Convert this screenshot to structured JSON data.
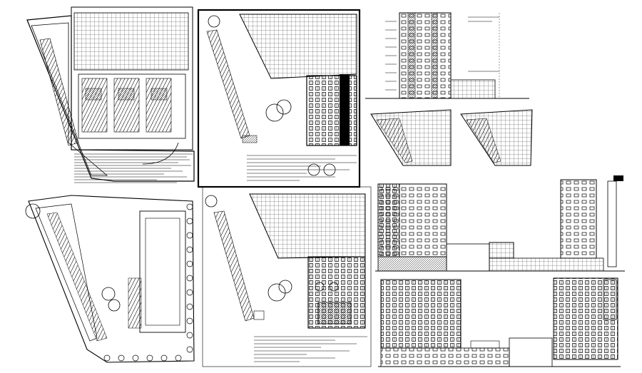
{
  "title": "",
  "panels": [
    {
      "id": "parking-plan",
      "type": "floor-plan"
    },
    {
      "id": "ground-floor-plan",
      "type": "floor-plan"
    },
    {
      "id": "section-elevation",
      "type": "section"
    },
    {
      "id": "typical-floor-plan-a",
      "type": "floor-plan"
    },
    {
      "id": "typical-floor-plan-b",
      "type": "floor-plan"
    },
    {
      "id": "site-plan",
      "type": "site-plan"
    },
    {
      "id": "first-floor-plan",
      "type": "floor-plan"
    },
    {
      "id": "front-elevation",
      "type": "elevation"
    },
    {
      "id": "side-elevation",
      "type": "elevation"
    }
  ],
  "colors": {
    "ink": "#000000",
    "paper": "#ffffff"
  }
}
